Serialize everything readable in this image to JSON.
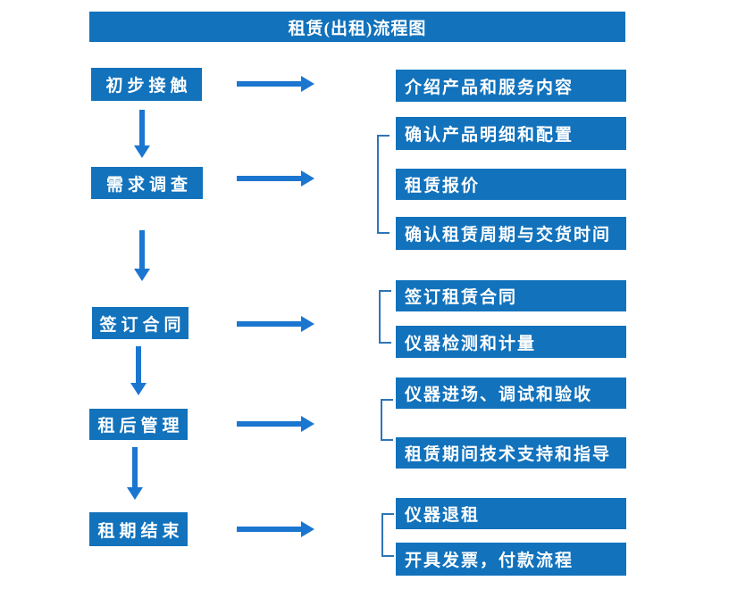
{
  "title": "租赁(出租)流程图",
  "colors": {
    "box_blue": "#1272BC",
    "arrow_blue": "#1B76D0",
    "bracket_blue": "#2E75B6",
    "text": "#FFFFFF",
    "background": "#FFFFFF"
  },
  "flow": [
    {
      "step": "初步接触",
      "details": [
        "介绍产品和服务内容"
      ]
    },
    {
      "step": "需求调查",
      "details": [
        "确认产品明细和配置",
        "租赁报价",
        "确认租赁周期与交货时间"
      ]
    },
    {
      "step": "签订合同",
      "details": [
        "签订租赁合同",
        "仪器检测和计量"
      ]
    },
    {
      "step": "租后管理",
      "details": [
        "仪器进场、调试和验收",
        "租赁期间技术支持和指导"
      ]
    },
    {
      "step": "租期结束",
      "details": [
        "仪器退租",
        "开具发票，付款流程"
      ]
    }
  ]
}
